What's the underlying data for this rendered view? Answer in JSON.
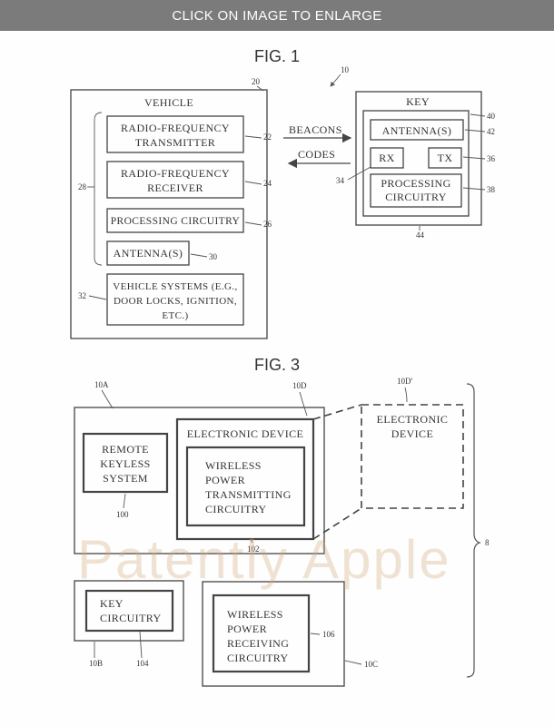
{
  "banner": {
    "label": "CLICK ON IMAGE TO ENLARGE"
  },
  "fig1": {
    "title": "FIG. 1",
    "system_ref": "10",
    "vehicle": {
      "label": "VEHICLE",
      "ref": "20",
      "group_ref": "28",
      "rf_transmitter": {
        "line1": "RADIO-FREQUENCY",
        "line2": "TRANSMITTER",
        "ref": "22"
      },
      "rf_receiver": {
        "line1": "RADIO-FREQUENCY",
        "line2": "RECEIVER",
        "ref": "24"
      },
      "processing": {
        "label": "PROCESSING CIRCUITRY",
        "ref": "26"
      },
      "antenna": {
        "label": "ANTENNA(S)",
        "ref": "30"
      },
      "systems": {
        "line1": "VEHICLE SYSTEMS (E.G.,",
        "line2": "DOOR LOCKS, IGNITION,",
        "line3": "ETC.)",
        "ref": "32"
      }
    },
    "signals": {
      "beacons": "BEACONS",
      "codes": "CODES"
    },
    "key": {
      "label": "KEY",
      "ref": "44",
      "inner_ref": "40",
      "antenna": {
        "label": "ANTENNA(S)",
        "ref": "42"
      },
      "rx": {
        "label": "RX",
        "ref": "34"
      },
      "tx": {
        "label": "TX",
        "ref": "36"
      },
      "processing": {
        "line1": "PROCESSING",
        "line2": "CIRCUITRY",
        "ref": "38"
      }
    }
  },
  "fig3": {
    "title": "FIG. 3",
    "system_ref": "8",
    "device_a": {
      "ref": "10A"
    },
    "remote_keyless": {
      "line1": "REMOTE",
      "line2": "KEYLESS",
      "line3": "SYSTEM",
      "ref": "100"
    },
    "electronic_device": {
      "label": "ELECTRONIC DEVICE",
      "ref": "10D",
      "wire_ref": "102"
    },
    "wireless_tx": {
      "line1": "WIRELESS",
      "line2": "POWER",
      "line3": "TRANSMITTING",
      "line4": "CIRCUITRY"
    },
    "device_d_prime": {
      "line1": "ELECTRONIC",
      "line2": "DEVICE",
      "ref": "10D'"
    },
    "device_b": {
      "ref": "10B"
    },
    "key_circuitry": {
      "line1": "KEY",
      "line2": "CIRCUITRY",
      "ref": "104"
    },
    "device_c": {
      "ref": "10C"
    },
    "wireless_rx": {
      "line1": "WIRELESS",
      "line2": "POWER",
      "line3": "RECEIVING",
      "line4": "CIRCUITRY",
      "ref": "106"
    }
  },
  "watermark": "Patently Apple"
}
